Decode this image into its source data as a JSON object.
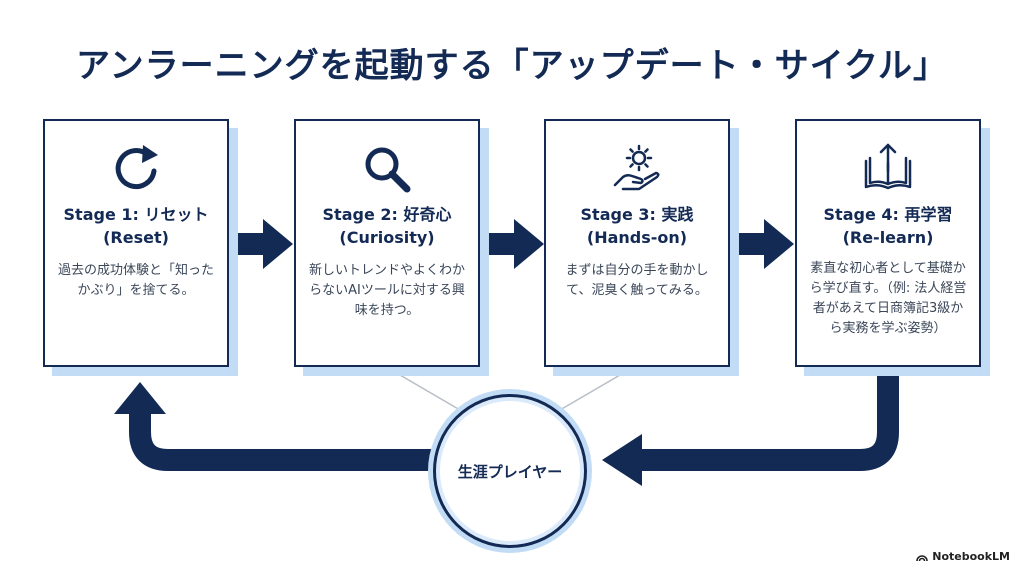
{
  "title": "アンラーニングを起動する「アップデート・サイクル」",
  "stages": [
    {
      "title_line1": "Stage 1: リセット",
      "title_line2": "(Reset)",
      "desc": "過去の成功体験と「知ったかぶり」を捨てる。",
      "icon": "refresh-icon"
    },
    {
      "title_line1": "Stage 2: 好奇心",
      "title_line2": "(Curiosity)",
      "desc": "新しいトレンドやよくわからないAIツールに対する興味を持つ。",
      "icon": "magnifier-icon"
    },
    {
      "title_line1": "Stage 3: 実践",
      "title_line2": "(Hands-on)",
      "desc": "まずは自分の手を動かして、泥臭く触ってみる。",
      "icon": "hand-gear-icon"
    },
    {
      "title_line1": "Stage 4: 再学習",
      "title_line2": "(Re-learn)",
      "desc": "素直な初心者として基礎から学び直す。（例: 法人経営者があえて日商簿記3級から実務を学ぶ姿勢）",
      "icon": "book-upload-icon"
    }
  ],
  "center": {
    "label": "生涯プレイヤー"
  },
  "brand": {
    "label": "NotebookLM"
  },
  "colors": {
    "navy": "#132a55",
    "shadow": "#c3dcf6",
    "text": "#3a4658"
  }
}
